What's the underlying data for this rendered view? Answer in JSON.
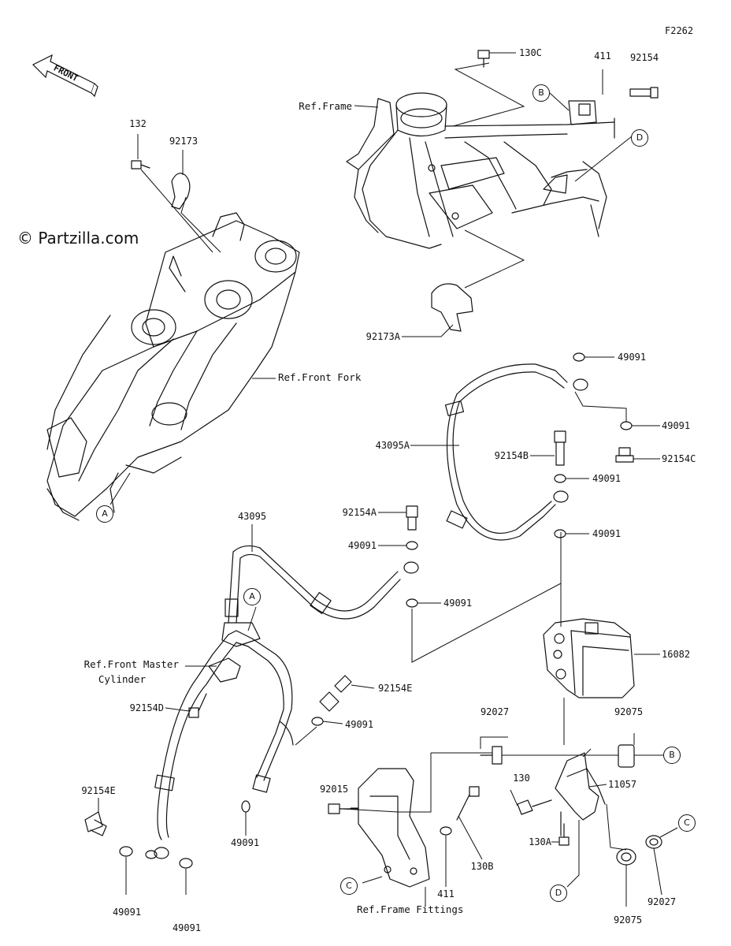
{
  "diagram_code": "F2262",
  "watermark": "© Partzilla.com",
  "front_arrow": "FRONT",
  "refs": {
    "frame": "Ref.Frame",
    "front_fork": "Ref.Front Fork",
    "master_cylinder_line1": "Ref.Front Master",
    "master_cylinder_line2": "Cylinder",
    "frame_fittings": "Ref.Frame Fittings"
  },
  "callouts": {
    "a1": "A",
    "a2": "A",
    "b1": "B",
    "b2": "B",
    "c1": "C",
    "c2": "C",
    "d1": "D",
    "d2": "D"
  },
  "parts": {
    "p130c": "130C",
    "p411_top": "411",
    "p92154_top": "92154",
    "p132": "132",
    "p92173": "92173",
    "p92173a": "92173A",
    "p49091_a": "49091",
    "p49091_b": "49091",
    "p43095a": "43095A",
    "p92154b": "92154B",
    "p92154c": "92154C",
    "p49091_c": "49091",
    "p49091_d": "49091",
    "p43095": "43095",
    "p92154a": "92154A",
    "p49091_e": "49091",
    "p49091_f": "49091",
    "p16082": "16082",
    "p92154d": "92154D",
    "p92154e_r": "92154E",
    "p49091_g": "49091",
    "p92027_top": "92027",
    "p92075_top": "92075",
    "p92015": "92015",
    "p130": "130",
    "p11057": "11057",
    "p92154e_l": "92154E",
    "p49091_h": "49091",
    "p130b": "130B",
    "p130a": "130A",
    "p411_bot": "411",
    "p92027_bot": "92027",
    "p92075_bot": "92075",
    "p49091_i": "49091",
    "p49091_j": "49091"
  }
}
